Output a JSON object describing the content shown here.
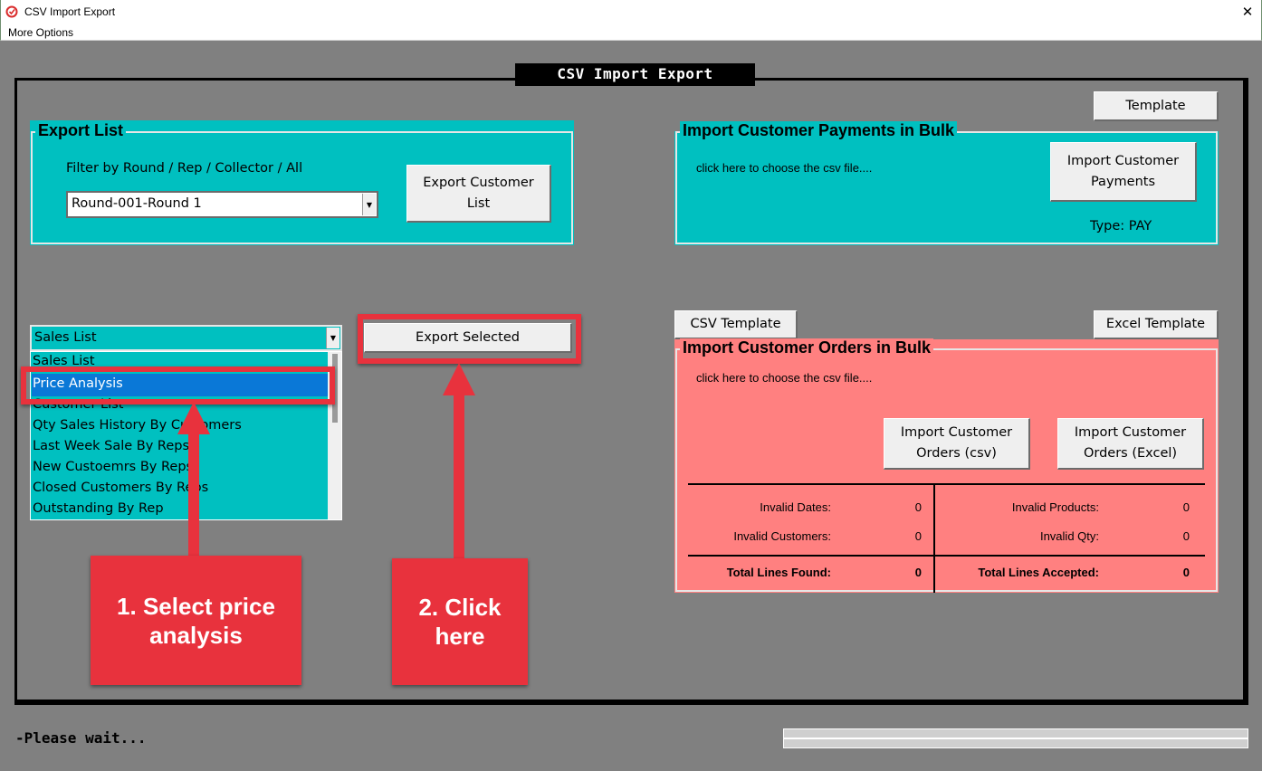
{
  "window": {
    "title": "CSV Import Export",
    "close_glyph": "✕",
    "icon": "app-logo-icon"
  },
  "menu": {
    "more_options": "More Options"
  },
  "frame": {
    "title": "CSV Import Export"
  },
  "export_list": {
    "label": "Export List",
    "filter_label": "Filter by Round / Rep / Collector / All",
    "filter_value": "Round-001-Round 1",
    "export_button": "Export Customer List"
  },
  "reports": {
    "selected_value": "Sales List",
    "items": [
      "Sales List",
      "Price Analysis",
      "Customer List",
      "Qty Sales History By Customers",
      "Last Week Sale By Reps",
      "New Custoemrs By Reps",
      "Closed Customers By Reps",
      "Outstanding By Rep"
    ],
    "highlighted_item": "Price Analysis",
    "export_selected_button": "Export Selected"
  },
  "payments": {
    "label": "Import Customer Payments in Bulk",
    "hint": "click here to choose the csv file....",
    "import_button": "Import Customer Payments",
    "type_text": "Type: PAY",
    "template_button": "Template"
  },
  "orders": {
    "label": "Import Customer Orders in Bulk",
    "hint": "click here to choose the csv file....",
    "import_csv_button": "Import Customer Orders (csv)",
    "import_excel_button": "Import Customer Orders (Excel)",
    "csv_template_button": "CSV Template",
    "excel_template_button": "Excel Template",
    "stats": {
      "invalid_dates_label": "Invalid Dates:",
      "invalid_dates_value": "0",
      "invalid_products_label": "Invalid Products:",
      "invalid_products_value": "0",
      "invalid_customers_label": "Invalid Customers:",
      "invalid_customers_value": "0",
      "invalid_qty_label": "Invalid Qty:",
      "invalid_qty_value": "0",
      "total_found_label": "Total Lines Found:",
      "total_found_value": "0",
      "total_accepted_label": "Total Lines Accepted:",
      "total_accepted_value": "0"
    }
  },
  "annotations": {
    "callout_1": "1. Select price analysis",
    "callout_2": "2. Click here",
    "color": "#e8323d"
  },
  "status": {
    "text": "-Please wait..."
  },
  "colors": {
    "background": "#808080",
    "teal": "#00c0c0",
    "salmon": "#ff8080",
    "selection": "#0a78d7"
  }
}
